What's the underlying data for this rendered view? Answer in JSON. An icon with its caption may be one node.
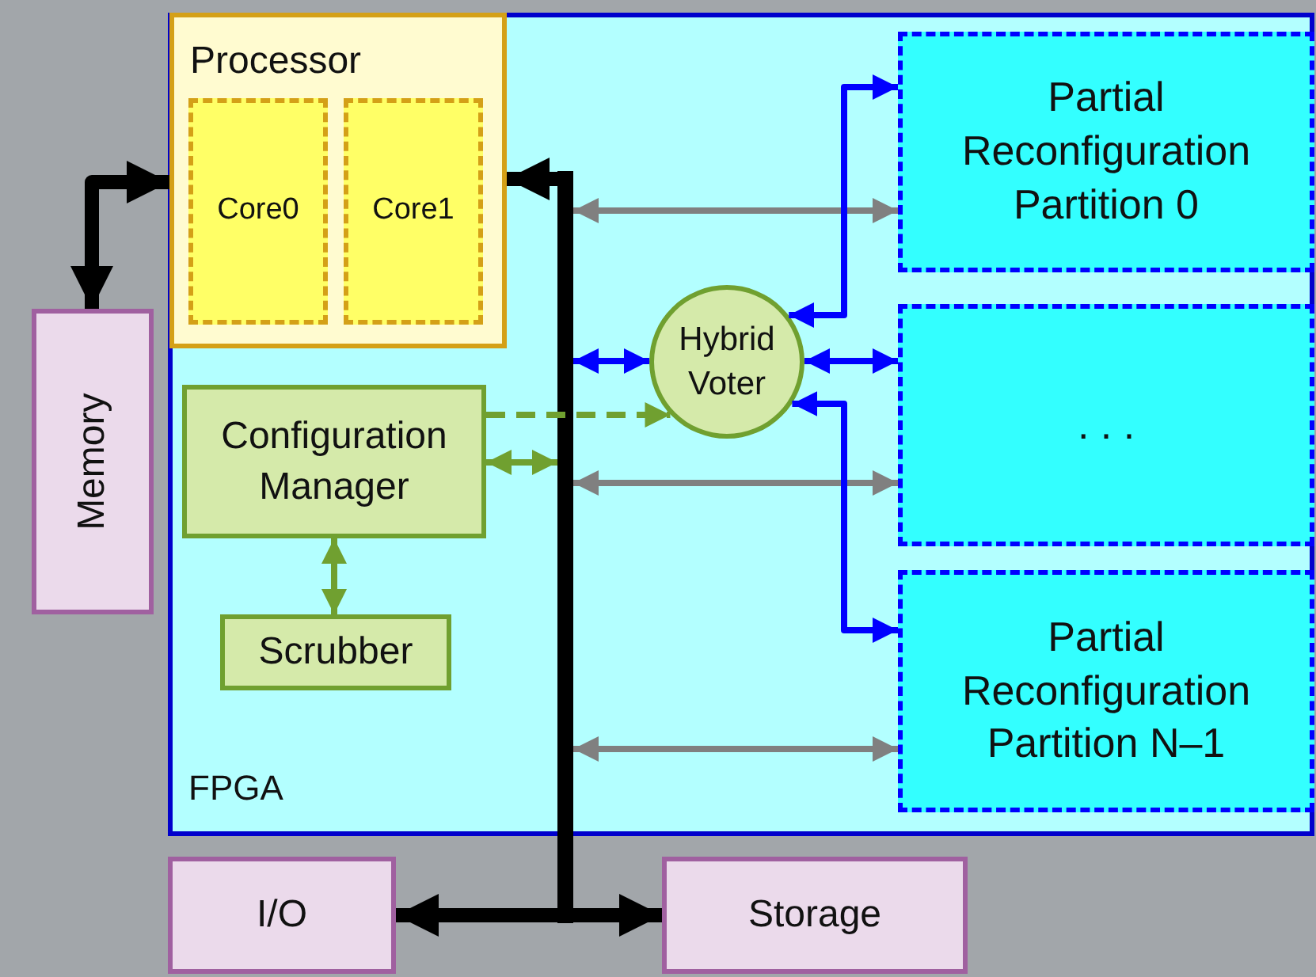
{
  "diagram": {
    "nodes": [
      {
        "text": [
          "FPGA"
        ]
      },
      {
        "text": [
          "Processor"
        ],
        "in": 0
      },
      {
        "text": [
          "Core0"
        ],
        "in": 1
      },
      {
        "text": [
          "Core1"
        ],
        "in": 1
      },
      {
        "text": [
          "Configuration Manager"
        ],
        "in": 0
      },
      {
        "text": [
          "Scrubber"
        ],
        "in": 0
      },
      {
        "text": [
          "Hybrid Voter"
        ],
        "in": 0
      },
      {
        "text": [
          "Partial Reconfiguration Partition 0"
        ],
        "in": 0
      },
      {
        "text": [
          ". . ."
        ],
        "in": 0
      },
      {
        "text": [
          "Partial Reconfiguration Partition N–1"
        ],
        "in": 0
      },
      {
        "text": [
          "Memory"
        ]
      },
      {
        "text": [
          "I/O"
        ]
      },
      {
        "text": [
          "Storage"
        ]
      },
      {
        "text": [],
        "shape": "bar"
      }
    ],
    "edges": [
      {
        "from": 10,
        "to": 1,
        "arrow": "both",
        "style": "thick",
        "color": "#000000"
      },
      {
        "from": 13,
        "to": 1,
        "arrow": "to",
        "style": "thick",
        "color": "#000000"
      },
      {
        "from": 13,
        "to": 11,
        "arrow": "to",
        "style": "thick",
        "color": "#000000"
      },
      {
        "from": 13,
        "to": 12,
        "arrow": "to",
        "style": "thick",
        "color": "#000000"
      },
      {
        "from": 13,
        "to": 7,
        "arrow": "both",
        "color": "#808080"
      },
      {
        "from": 13,
        "to": 8,
        "arrow": "both",
        "color": "#808080"
      },
      {
        "from": 13,
        "to": 9,
        "arrow": "both",
        "color": "#808080"
      },
      {
        "from": 4,
        "to": 13,
        "arrow": "both",
        "color": "#70a030"
      },
      {
        "from": 4,
        "to": 6,
        "arrow": "to",
        "style": "dashed",
        "color": "#70a030"
      },
      {
        "from": 13,
        "to": 6,
        "arrow": "both",
        "color": "#0000ff"
      },
      {
        "from": 6,
        "to": 8,
        "arrow": "both",
        "color": "#0000ff"
      },
      {
        "from": 6,
        "to": 7,
        "arrow": "both",
        "color": "#0000ff"
      },
      {
        "from": 6,
        "to": 9,
        "arrow": "both",
        "color": "#0000ff"
      },
      {
        "from": 4,
        "to": 5,
        "arrow": "both",
        "color": "#70a030"
      }
    ]
  }
}
